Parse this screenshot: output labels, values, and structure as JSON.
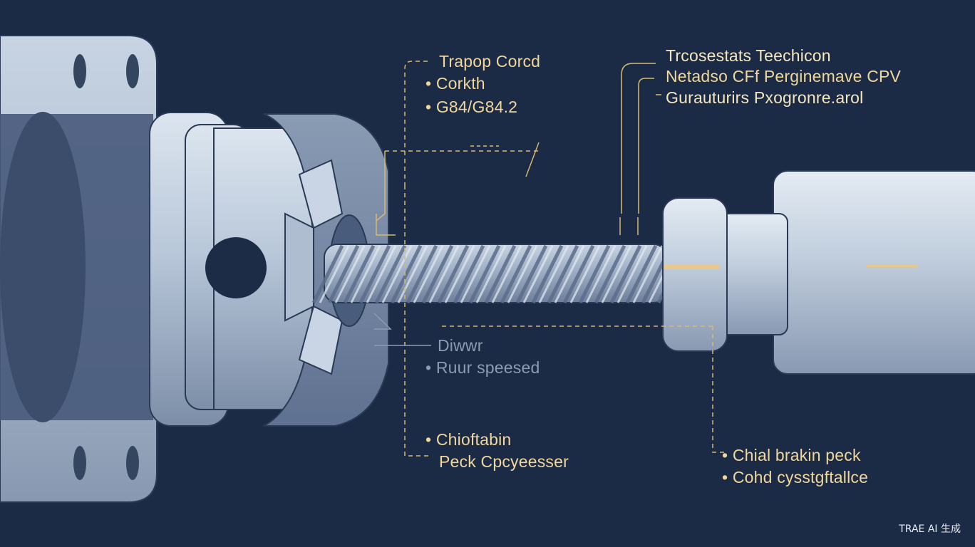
{
  "callouts": {
    "top_left": [
      "Trapop Corcd",
      "• Corkth",
      "• G84/G84.2"
    ],
    "top_right": [
      "Trcosestats Teechicon",
      "Netadso CFf Perginemave CPV",
      "Gurauturirs Pxogronre.arol"
    ],
    "middle": [
      "Diwwr",
      "• Ruur speesed"
    ],
    "bottom_left": [
      "• Chioftabin",
      "Peck Cpcyeesser"
    ],
    "bottom_right": [
      "• Chial brakin peck",
      "• Cohd cysstgftallce"
    ]
  },
  "watermark": "TRAE AI 生成",
  "colors": {
    "background": "#1b2b45",
    "metal": "#b9c8db",
    "accent": "#e5c57e"
  }
}
